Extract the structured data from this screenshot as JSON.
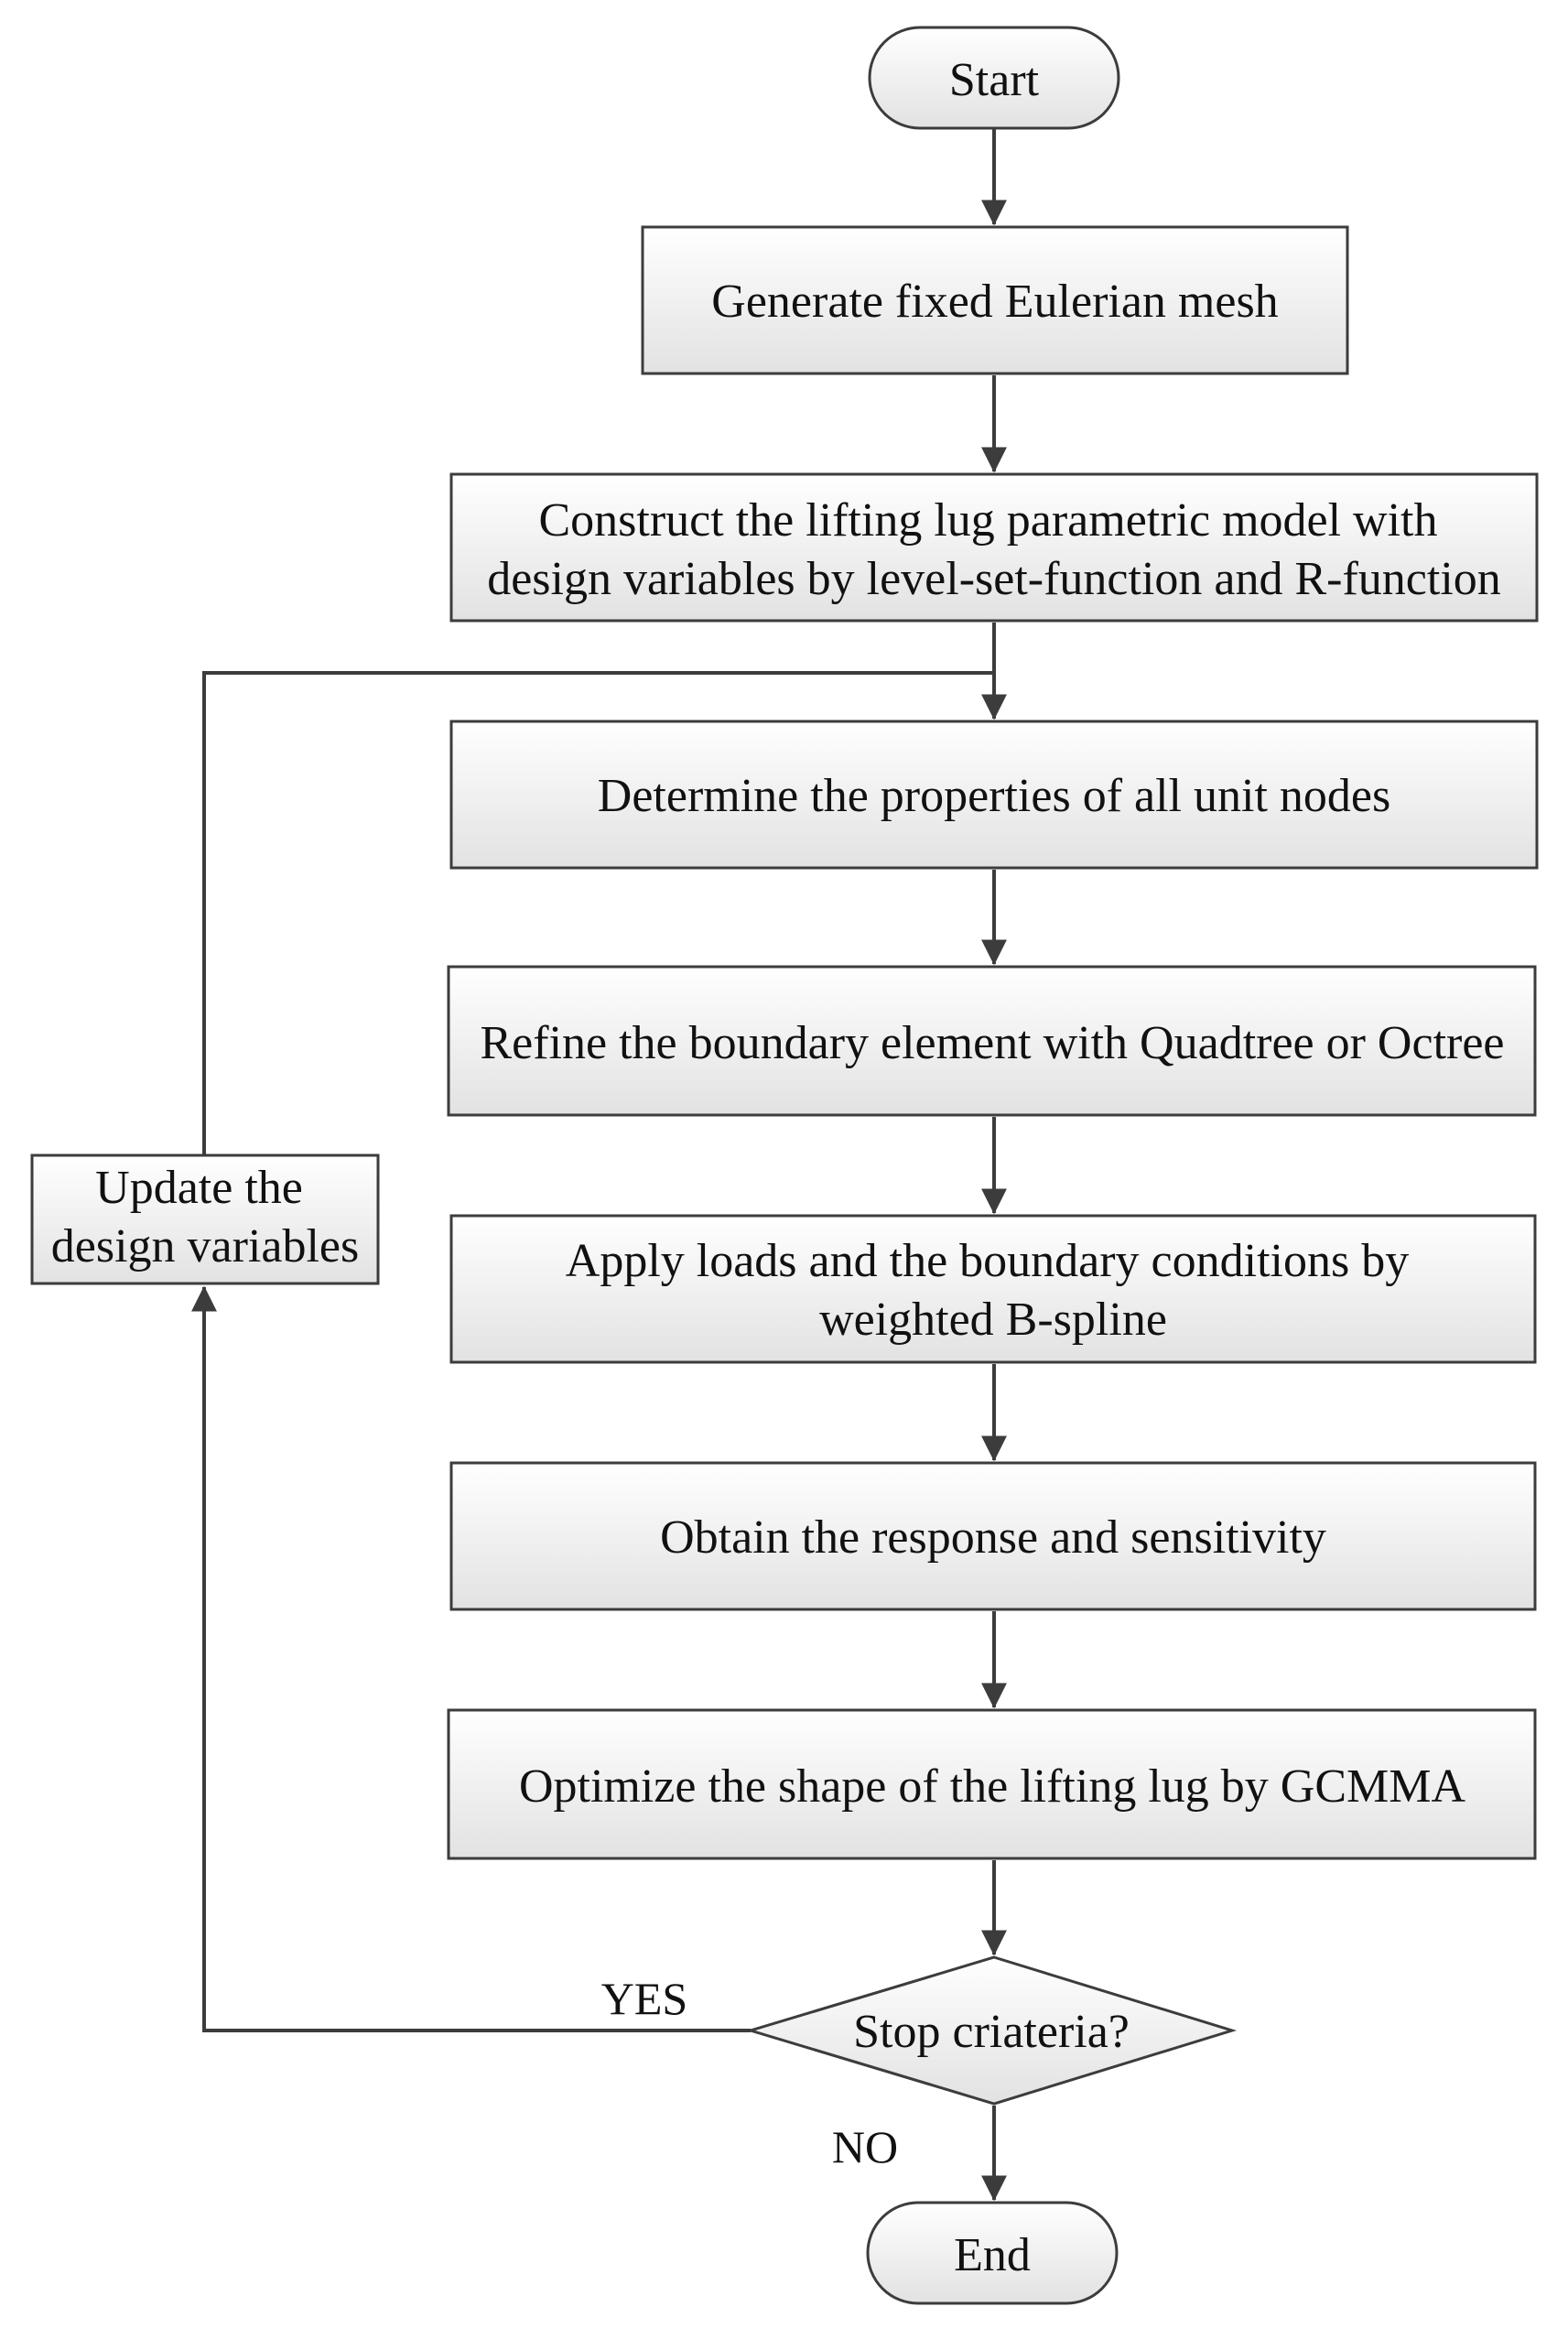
{
  "nodes": {
    "start": {
      "lines": [
        "Start"
      ]
    },
    "mesh": {
      "lines": [
        "Generate fixed Eulerian mesh"
      ]
    },
    "construct": {
      "lines": [
        "Construct the lifting lug parametric model with",
        "design variables by level-set-function and R-function"
      ]
    },
    "determine": {
      "lines": [
        "Determine the properties of all unit nodes"
      ]
    },
    "refine": {
      "lines": [
        "Refine the boundary element with Quadtree or Octree"
      ]
    },
    "apply": {
      "lines": [
        "Apply loads and the boundary conditions by",
        "weighted B-spline"
      ]
    },
    "obtain": {
      "lines": [
        "Obtain the response and sensitivity"
      ]
    },
    "optimize": {
      "lines": [
        "Optimize the shape of the lifting lug by GCMMA"
      ]
    },
    "stop": {
      "lines": [
        "Stop criateria?"
      ]
    },
    "update": {
      "lines": [
        "Update the",
        "design variables"
      ]
    },
    "end": {
      "lines": [
        "End"
      ]
    }
  },
  "edges": {
    "yes_label": "YES",
    "no_label": "NO"
  },
  "colors": {
    "node_fill_top": "#ffffff",
    "node_fill_bottom": "#e2e2e2",
    "stroke": "#3c3c3c",
    "text": "#111111"
  }
}
